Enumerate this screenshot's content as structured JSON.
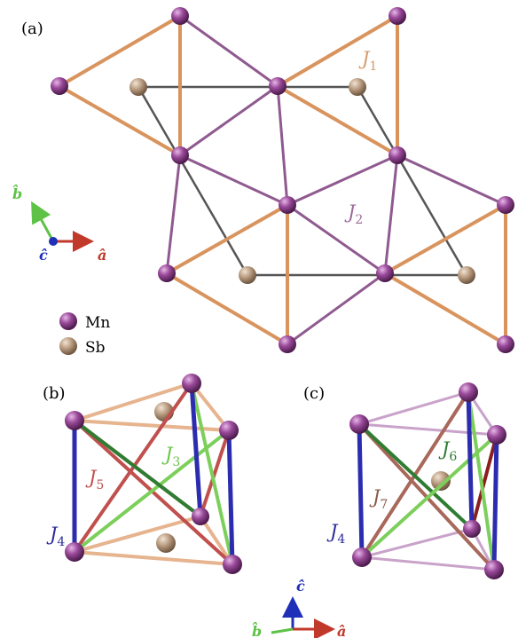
{
  "panels": {
    "a": {
      "label": "(a)"
    },
    "b": {
      "label": "(b)"
    },
    "c": {
      "label": "(c)"
    }
  },
  "couplings": {
    "J1": {
      "sym": "J",
      "sub": "1",
      "color": "#d69a6a"
    },
    "J2": {
      "sym": "J",
      "sub": "2",
      "color": "#9b6a9b"
    },
    "J3": {
      "sym": "J",
      "sub": "3",
      "color": "#6cc24a"
    },
    "J4": {
      "sym": "J",
      "sub": "4",
      "color": "#2c2c9a"
    },
    "J5": {
      "sym": "J",
      "sub": "5",
      "color": "#c0504d"
    },
    "J6": {
      "sym": "J",
      "sub": "6",
      "color": "#2e7d32"
    },
    "J7": {
      "sym": "J",
      "sub": "7",
      "color": "#8a5a4a"
    }
  },
  "legend": [
    {
      "label": "Mn",
      "color": "#8a3d8a"
    },
    {
      "label": "Sb",
      "color": "#b79a7e"
    }
  ],
  "axes": {
    "a": {
      "label": "â",
      "color": "#c0392b"
    },
    "b": {
      "label": "b̂",
      "color": "#5dc246"
    },
    "c": {
      "label": "ĉ",
      "color": "#1f2fb8"
    }
  },
  "colors": {
    "mn_atom": "#8a3d8a",
    "sb_atom": "#b79a7e",
    "orange_bond": "#d9945e",
    "purple_bond": "#8f5a8f",
    "gray_bond": "#555555"
  }
}
